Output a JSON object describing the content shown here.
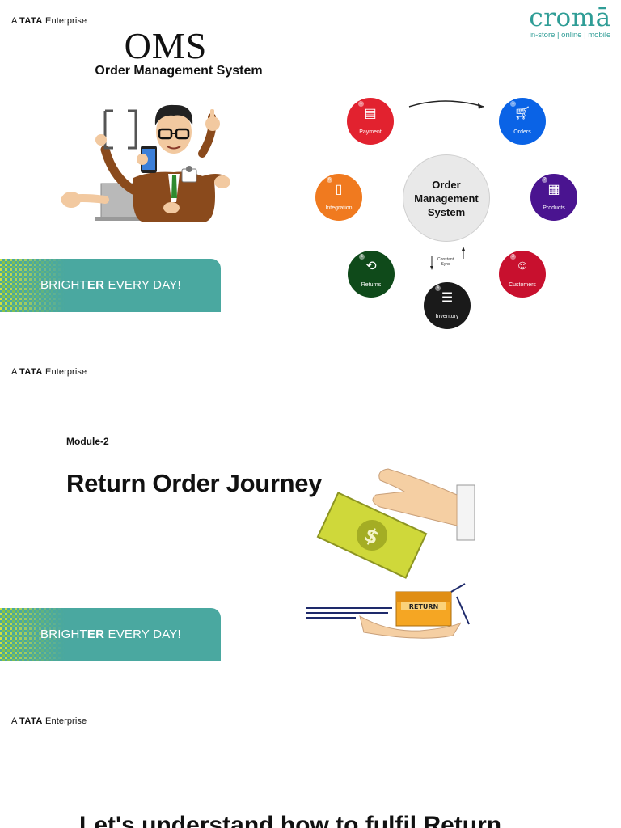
{
  "slides": [
    {
      "brand": {
        "prefix": "A",
        "tata": "TATA",
        "suffix": "Enterprise"
      },
      "croma": {
        "name": "cromā",
        "tagline": "in-store | online | mobile"
      },
      "title": "OMS",
      "subtitle": "Order Management System",
      "banner": {
        "part1": "BRIGHT",
        "part2": "ER",
        "part3": " EVERY DAY!"
      },
      "diagram": {
        "center": "Order\nManagement\nSystem",
        "sync_label": "Constant\nSync",
        "nodes": [
          {
            "label": "Payment",
            "icon": "payment-icon",
            "color": "#e2222f",
            "num": "1"
          },
          {
            "label": "Orders",
            "icon": "cart-icon",
            "color": "#0a63e6",
            "num": "1"
          },
          {
            "label": "Products",
            "icon": "box-icon",
            "color": "#4a1490",
            "num": "2"
          },
          {
            "label": "Customers",
            "icon": "people-icon",
            "color": "#c8102e",
            "num": "3"
          },
          {
            "label": "Inventory",
            "icon": "checklist-icon",
            "color": "#1a1a1a",
            "num": "4"
          },
          {
            "label": "Returns",
            "icon": "return-box-icon",
            "color": "#0f4a1a",
            "num": "5"
          },
          {
            "label": "Integration",
            "icon": "phone-icon",
            "color": "#f07a1f",
            "num": "6"
          }
        ]
      }
    },
    {
      "brand": {
        "prefix": "A",
        "tata": "TATA",
        "suffix": "Enterprise"
      },
      "module": "Module-2",
      "title": "Return Order Journey",
      "return_label": "RETURN",
      "banner": {
        "part1": "BRIGHT",
        "part2": "ER",
        "part3": " EVERY DAY!"
      }
    },
    {
      "brand": {
        "prefix": "A",
        "tata": "TATA",
        "suffix": "Enterprise"
      },
      "partial_title": "Let's understand how to fulfil Return"
    }
  ],
  "colors": {
    "teal": "#4aa8a0",
    "croma": "#2f9d96"
  }
}
